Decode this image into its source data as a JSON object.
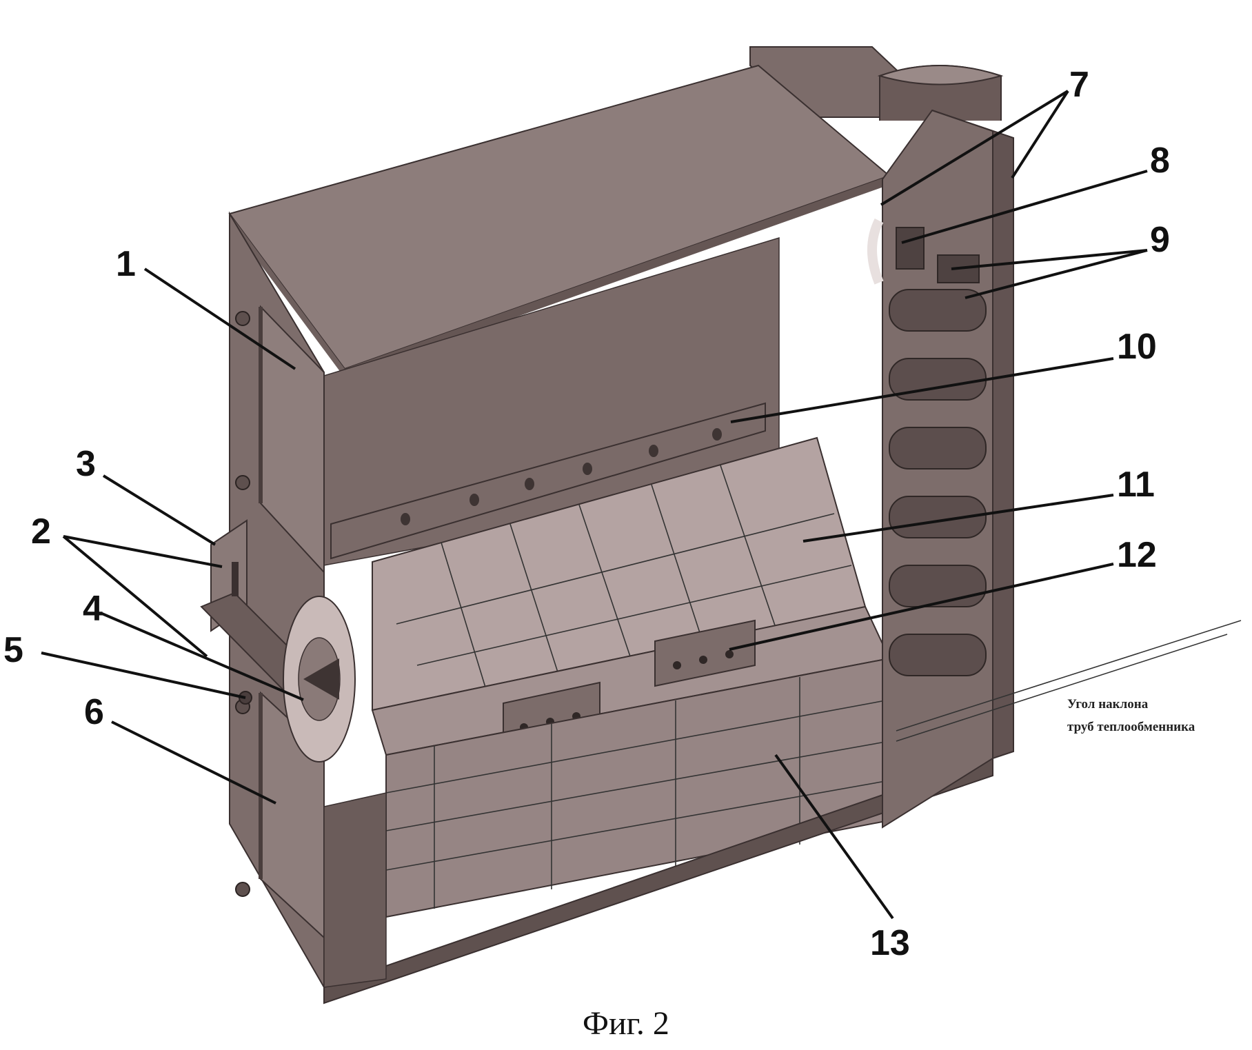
{
  "figure": {
    "caption": "Фиг. 2",
    "angle_note": [
      "Угол наклона",
      "труб теплообменника"
    ],
    "callouts": [
      "1",
      "2",
      "3",
      "4",
      "5",
      "6",
      "7",
      "8",
      "9",
      "10",
      "11",
      "12",
      "13"
    ]
  },
  "colors": {
    "steel_light": "#8a7a78",
    "steel_mid": "#756563",
    "steel_dark": "#5a4c4b",
    "brick_light": "#b9a8a7",
    "brick_mid": "#a19090",
    "brick_dark": "#857574",
    "ink": "#111111"
  }
}
